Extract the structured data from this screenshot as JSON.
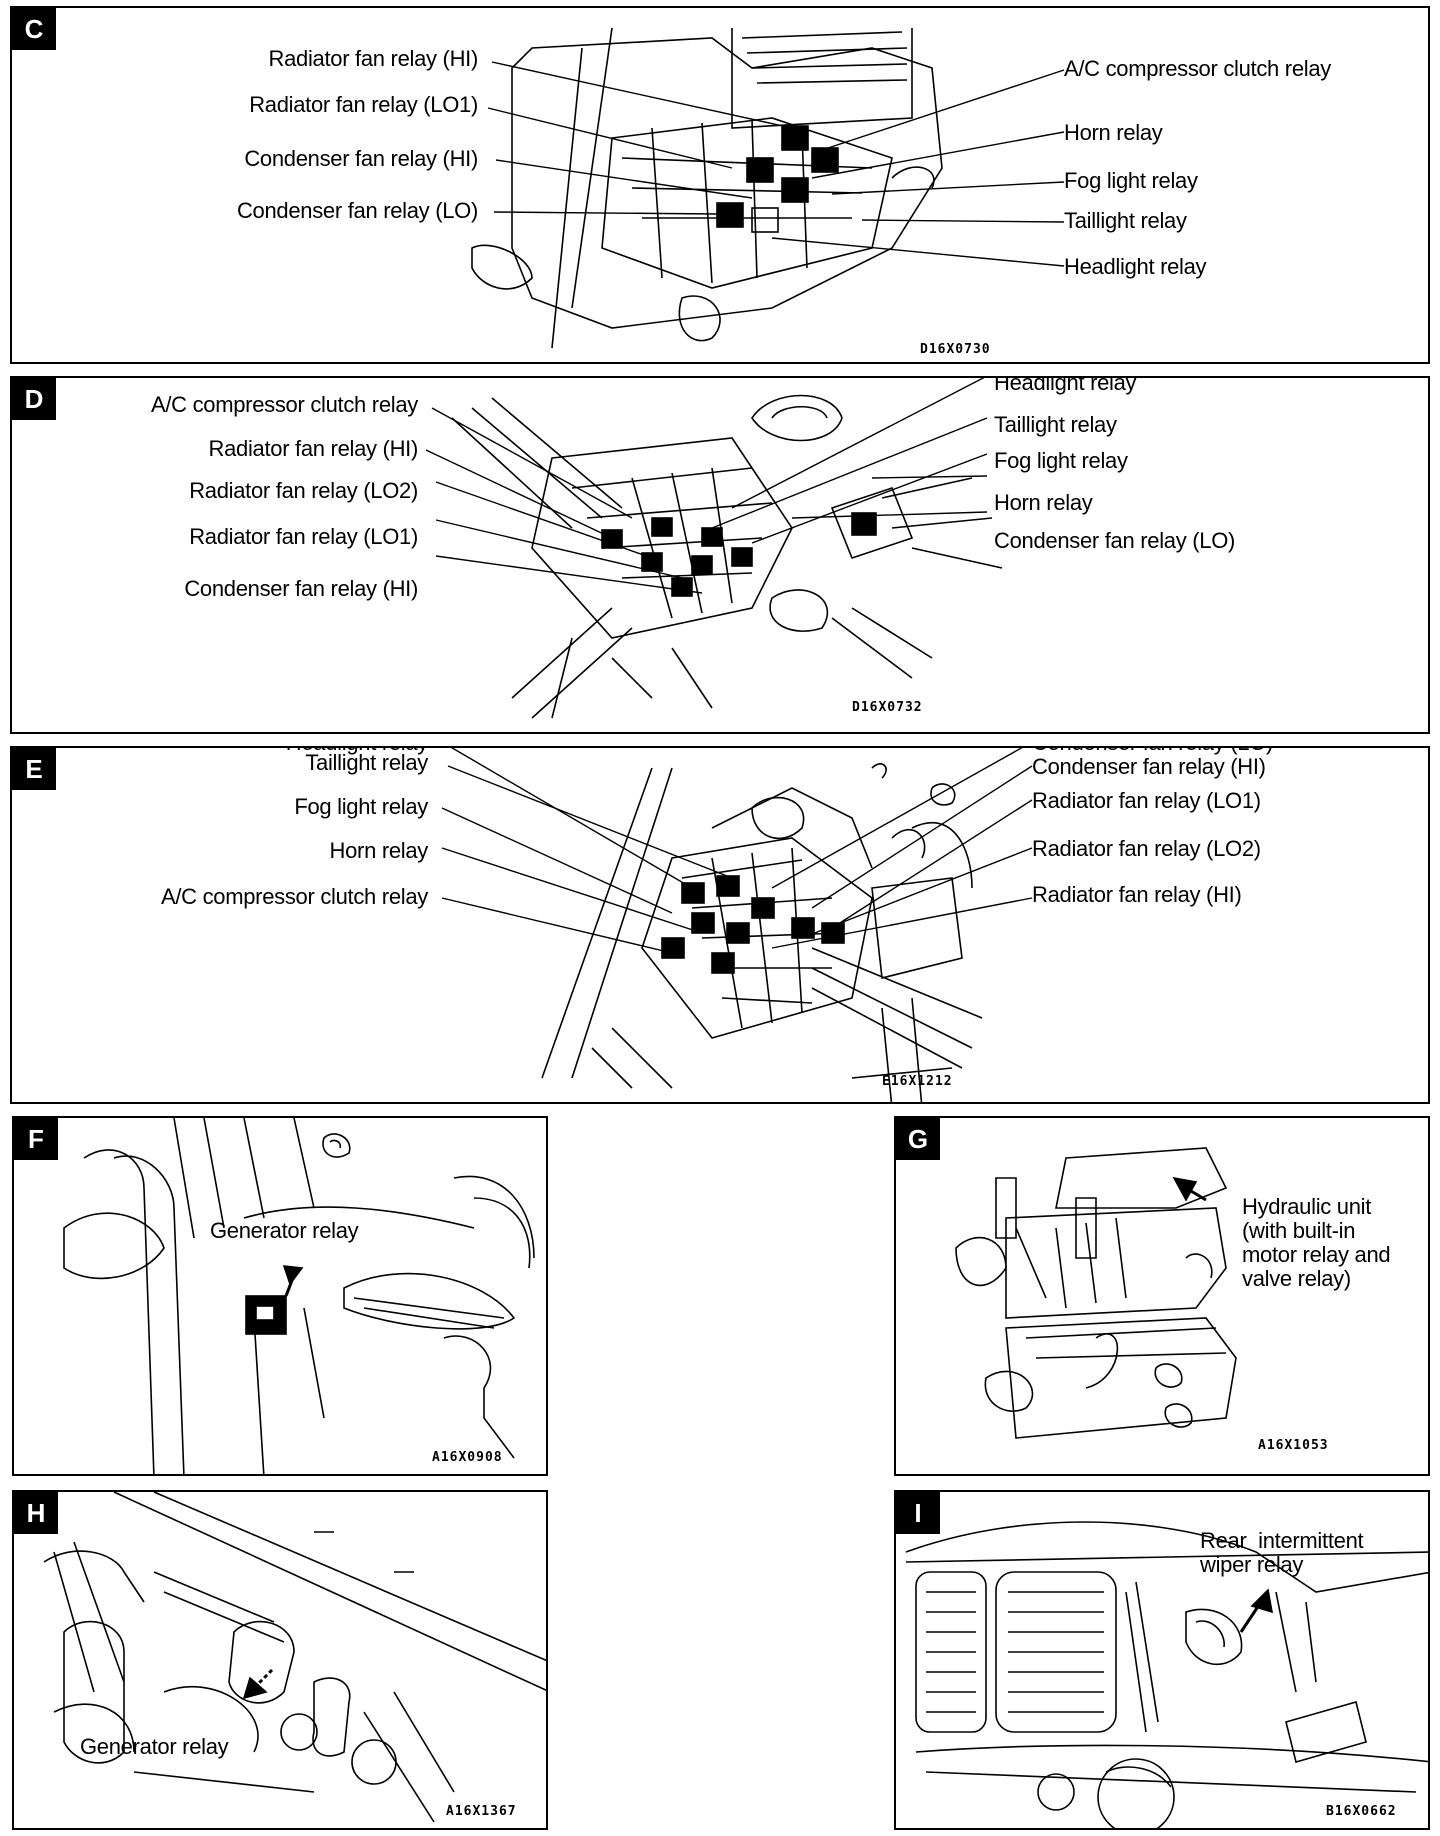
{
  "panels": {
    "C": {
      "letter": "C",
      "labels_left": [
        "Radiator fan relay (HI)",
        "Radiator fan relay (LO1)",
        "Condenser fan relay (HI)",
        "Condenser fan relay (LO)"
      ],
      "labels_right": [
        "A/C compressor clutch relay",
        "Horn relay",
        "Fog light relay",
        "Taillight relay",
        "Headlight relay"
      ],
      "code": "D16X0730"
    },
    "D": {
      "letter": "D",
      "labels_left": [
        "A/C compressor clutch relay",
        "Radiator fan relay (HI)",
        "Radiator fan relay (LO2)",
        "Radiator fan relay (LO1)",
        "Condenser fan relay (HI)"
      ],
      "labels_right": [
        "Headlight relay",
        "Taillight relay",
        "Fog light relay",
        "Horn relay",
        "Condenser fan relay (LO)"
      ],
      "code": "D16X0732"
    },
    "E": {
      "letter": "E",
      "labels_left": [
        "Headlight relay",
        "Taillight relay",
        "Fog light relay",
        "Horn relay",
        "A/C compressor clutch relay"
      ],
      "labels_right": [
        "Condenser fan relay (LO)",
        "Condenser fan relay (HI)",
        "Radiator fan relay (LO1)",
        "Radiator fan relay (LO2)",
        "Radiator fan relay (HI)"
      ],
      "code": "E16X1212"
    },
    "F": {
      "letter": "F",
      "label": "Generator relay",
      "code": "A16X0908"
    },
    "G": {
      "letter": "G",
      "label_lines": [
        "Hydraulic unit",
        "(with built-in",
        "motor relay and",
        "valve relay)"
      ],
      "code": "A16X1053"
    },
    "H": {
      "letter": "H",
      "label": "Generator relay",
      "code": "A16X1367"
    },
    "I": {
      "letter": "I",
      "label_lines": [
        "Rear  intermittent",
        "wiper relay"
      ],
      "code": "B16X0662"
    }
  }
}
